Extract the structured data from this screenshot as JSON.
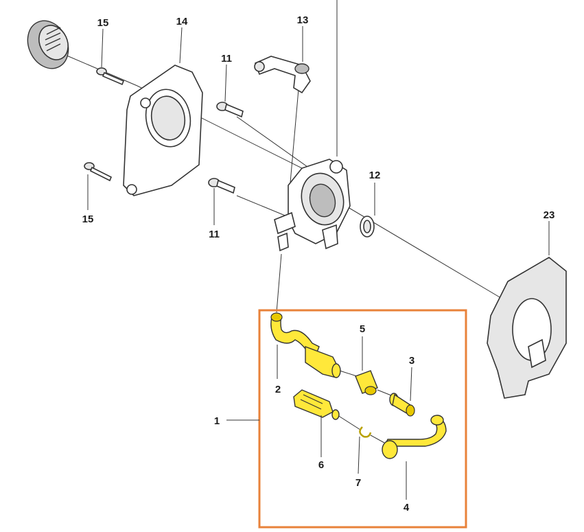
{
  "callouts": {
    "c1": "1",
    "c2": "2",
    "c3": "3",
    "c4": "4",
    "c5": "5",
    "c6": "6",
    "c7": "7",
    "c11a": "11",
    "c11b": "11",
    "c12": "12",
    "c13": "13",
    "c14": "14",
    "c15a": "15",
    "c15b": "15",
    "c23": "23"
  },
  "colors": {
    "highlight_box": "#e8823a",
    "highlighted_parts": "#ffe83a",
    "line_art": "#333333"
  }
}
